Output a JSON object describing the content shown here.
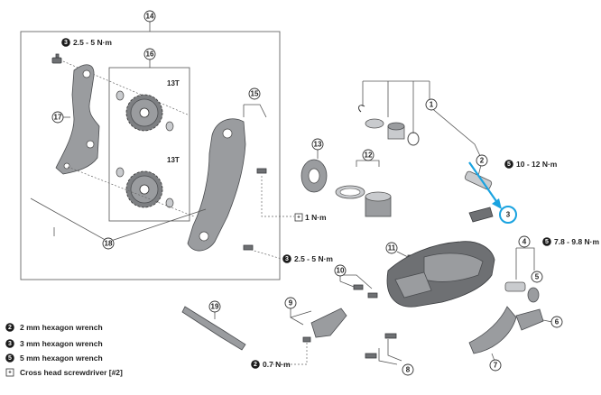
{
  "callouts": {
    "c1": "1",
    "c2": "2",
    "c3": "3",
    "c4": "4",
    "c5": "5",
    "c6": "6",
    "c7": "7",
    "c8": "8",
    "c9": "9",
    "c10": "10",
    "c11": "11",
    "c12": "12",
    "c13": "13",
    "c14": "14",
    "c15": "15",
    "c16": "16",
    "c17": "17",
    "c18": "18",
    "c19": "19"
  },
  "cog_labels": {
    "upper": "13T",
    "lower": "13T"
  },
  "torques": {
    "t_top": {
      "tool": "3",
      "value": "2.5 - 5 N·m"
    },
    "t_b_screw": {
      "tool": "5",
      "value": "10 - 12 N·m"
    },
    "t_axle": {
      "tool": "5",
      "value": "7.8 - 9.8 N·m"
    },
    "t_screw1": {
      "tool": "screwdriver",
      "value": "1 N·m"
    },
    "t_mid": {
      "tool": "3",
      "value": "2.5 - 5 N·m"
    },
    "t_bottom": {
      "tool": "2",
      "value": "0.7 N·m"
    }
  },
  "highlight_callout": "3",
  "legend": [
    {
      "badge": "2",
      "label": "2 mm hexagon wrench"
    },
    {
      "badge": "3",
      "label": "3 mm hexagon wrench"
    },
    {
      "badge": "5",
      "label": "5 mm hexagon wrench"
    },
    {
      "badge": "screwdriver",
      "label": "Cross head screwdriver [#2]"
    }
  ],
  "colors": {
    "highlight": "#1aa3e0",
    "badge": "#1a1a1a",
    "part": "#9a9c9f"
  }
}
